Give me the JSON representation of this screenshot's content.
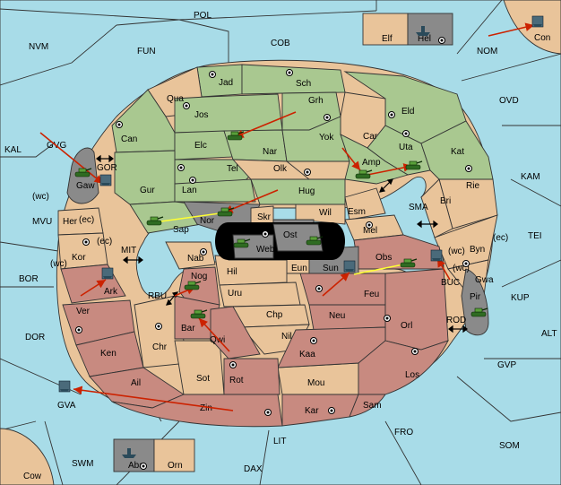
{
  "colors": {
    "sea": "#a8dce8",
    "power_green": "#a9c890",
    "power_red": "#c88a80",
    "neutral_land": "#e9c49a",
    "impassable": "#8a8a8a",
    "move_order": "#cc2200",
    "support_order": "#ffff33"
  },
  "sea_regions": [
    {
      "name": "POL"
    },
    {
      "name": "NVM"
    },
    {
      "name": "FUN"
    },
    {
      "name": "COB"
    },
    {
      "name": "NOM"
    },
    {
      "name": "OVD"
    },
    {
      "name": "KAL"
    },
    {
      "name": "GVG"
    },
    {
      "name": "KAM"
    },
    {
      "name": "MVU"
    },
    {
      "name": "TEI"
    },
    {
      "name": "BOR"
    },
    {
      "name": "KUP"
    },
    {
      "name": "ALT"
    },
    {
      "name": "DOR"
    },
    {
      "name": "GVP"
    },
    {
      "name": "SOM"
    },
    {
      "name": "FRO"
    },
    {
      "name": "LIT"
    },
    {
      "name": "SWM"
    },
    {
      "name": "DAX"
    },
    {
      "name": "SMA"
    },
    {
      "name": "GOR"
    },
    {
      "name": "MIT"
    },
    {
      "name": "RBU"
    },
    {
      "name": "BUC"
    },
    {
      "name": "ROD"
    }
  ],
  "land_regions": [
    {
      "name": "Jad"
    },
    {
      "name": "Sch"
    },
    {
      "name": "Qua"
    },
    {
      "name": "Jos"
    },
    {
      "name": "Grh"
    },
    {
      "name": "Eld"
    },
    {
      "name": "Can"
    },
    {
      "name": "Car"
    },
    {
      "name": "Elc"
    },
    {
      "name": "Nar"
    },
    {
      "name": "Yok"
    },
    {
      "name": "Uta"
    },
    {
      "name": "Kat"
    },
    {
      "name": "Amp"
    },
    {
      "name": "Tel"
    },
    {
      "name": "Olk"
    },
    {
      "name": "Gur"
    },
    {
      "name": "Gaw"
    },
    {
      "name": "Lan"
    },
    {
      "name": "Hug"
    },
    {
      "name": "Rie"
    },
    {
      "name": "Bri"
    },
    {
      "name": "Wil"
    },
    {
      "name": "Esm"
    },
    {
      "name": "Sap"
    },
    {
      "name": "Nor"
    },
    {
      "name": "Skr"
    },
    {
      "name": "Her"
    },
    {
      "name": "Ost"
    },
    {
      "name": "Web"
    },
    {
      "name": "Mel"
    },
    {
      "name": "Byn"
    },
    {
      "name": "Kor"
    },
    {
      "name": "Nab"
    },
    {
      "name": "Obs"
    },
    {
      "name": "Eun"
    },
    {
      "name": "Sun"
    },
    {
      "name": "Hil"
    },
    {
      "name": "Gwa"
    },
    {
      "name": "Ark"
    },
    {
      "name": "Nog"
    },
    {
      "name": "Feu"
    },
    {
      "name": "Uru"
    },
    {
      "name": "Pir"
    },
    {
      "name": "Ver"
    },
    {
      "name": "Chp"
    },
    {
      "name": "Neu"
    },
    {
      "name": "Orl"
    },
    {
      "name": "Bar"
    },
    {
      "name": "Qwi"
    },
    {
      "name": "Nil"
    },
    {
      "name": "Ken"
    },
    {
      "name": "Chr"
    },
    {
      "name": "Kaa"
    },
    {
      "name": "Sot"
    },
    {
      "name": "Los"
    },
    {
      "name": "Ail"
    },
    {
      "name": "Rot"
    },
    {
      "name": "Mou"
    },
    {
      "name": "Zin"
    },
    {
      "name": "Kar"
    },
    {
      "name": "Sam"
    },
    {
      "name": "GVA"
    },
    {
      "name": "Elf"
    },
    {
      "name": "Hel"
    },
    {
      "name": "Con"
    },
    {
      "name": "Aba"
    },
    {
      "name": "Orn"
    },
    {
      "name": "Cow"
    }
  ],
  "coast_labels": [
    {
      "text": "(wc)"
    },
    {
      "text": "(ec)"
    },
    {
      "text": "(ec)"
    },
    {
      "text": "(wc)"
    },
    {
      "text": "(wc)"
    },
    {
      "text": "(ec)"
    },
    {
      "text": "(wc)"
    }
  ]
}
